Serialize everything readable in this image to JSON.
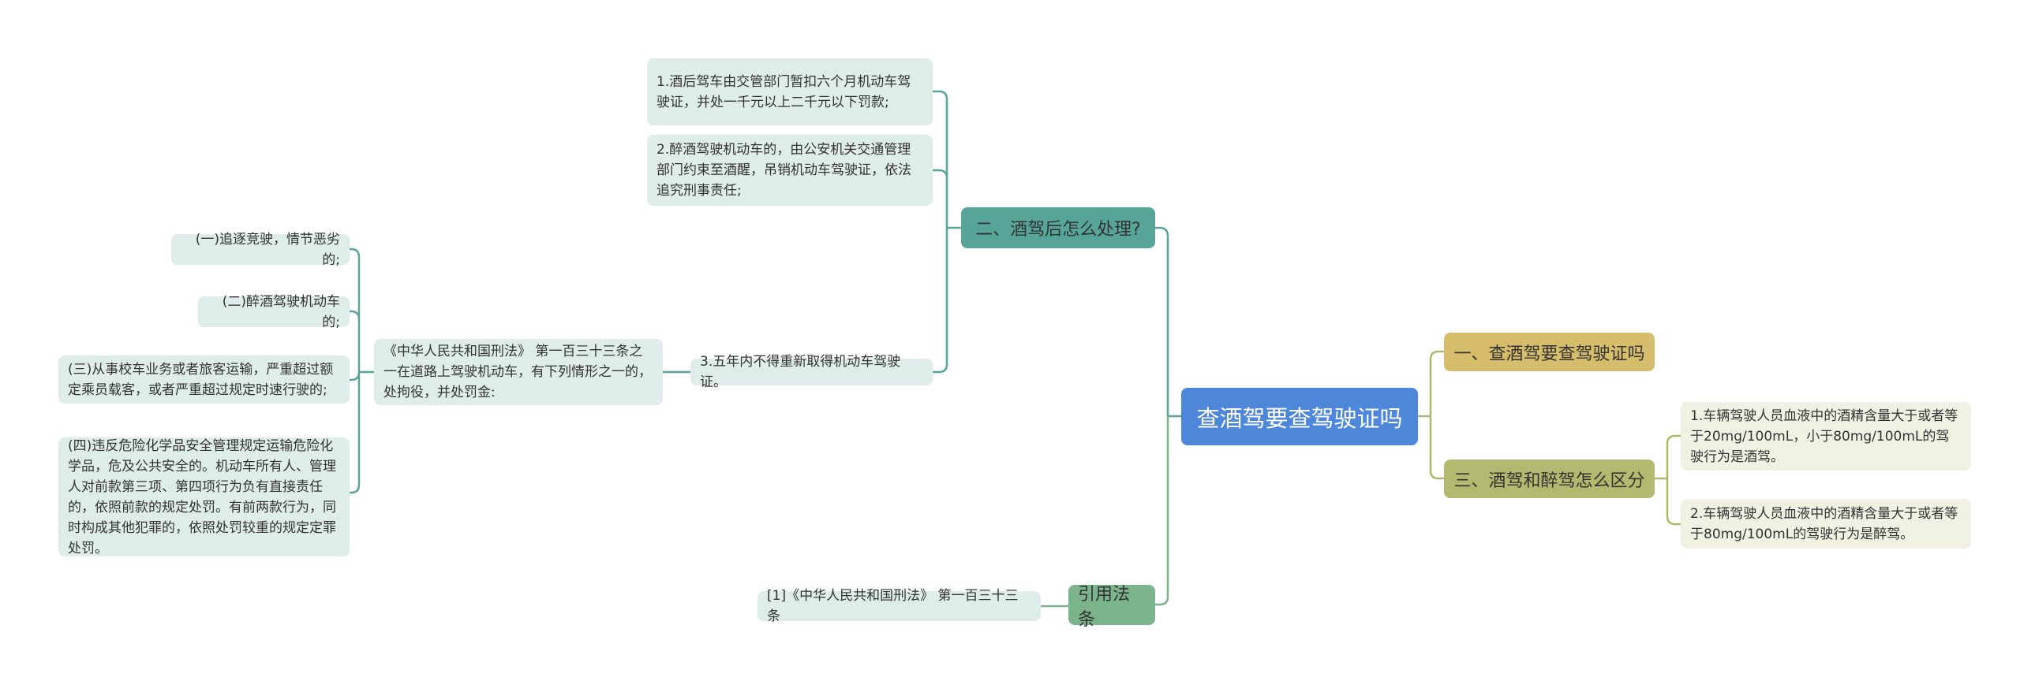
{
  "center": {
    "label": "查酒驾要查驾驶证吗"
  },
  "branches": {
    "b1": {
      "label": "一、查酒驾要查驾驶证吗"
    },
    "b2": {
      "label": "二、酒驾后怎么处理?",
      "items": [
        "1.酒后驾车由交管部门暂扣六个月机动车驾驶证，并处一千元以上二千元以下罚款;",
        "2.醉酒驾驶机动车的，由公安机关交通管理部门约束至酒醒，吊销机动车驾驶证，依法追究刑事责任;",
        "3.五年内不得重新取得机动车驾驶证。"
      ],
      "law": {
        "label": "《中华人民共和国刑法》 第一百三十三条之一在道路上驾驶机动车，有下列情形之一的，处拘役，并处罚金:",
        "items": [
          "(一)追逐竞驶，情节恶劣的;",
          "(二)醉酒驾驶机动车的;",
          "(三)从事校车业务或者旅客运输，严重超过额定乘员载客，或者严重超过规定时速行驶的;",
          "(四)违反危险化学品安全管理规定运输危险化学品，危及公共安全的。机动车所有人、管理人对前款第三项、第四项行为负有直接责任的，依照前款的规定处罚。有前两款行为，同时构成其他犯罪的，依照处罚较重的规定定罪处罚。"
        ]
      }
    },
    "b3": {
      "label": "三、酒驾和醉驾怎么区分",
      "items": [
        "1.车辆驾驶人员血液中的酒精含量大于或者等于20mg/100mL，小于80mg/100mL的驾驶行为是酒驾。",
        "2.车辆驾驶人员血液中的酒精含量大于或者等于80mg/100mL的驾驶行为是醉驾。"
      ]
    },
    "ref": {
      "label": "引用法条",
      "items": [
        "[1]《中华人民共和国刑法》 第一百三十三条"
      ]
    }
  },
  "colors": {
    "center": "#4e86da",
    "b1": "#d6bd6c",
    "b2": "#56a598",
    "b3": "#b3b96e",
    "ref": "#7bb48a"
  }
}
